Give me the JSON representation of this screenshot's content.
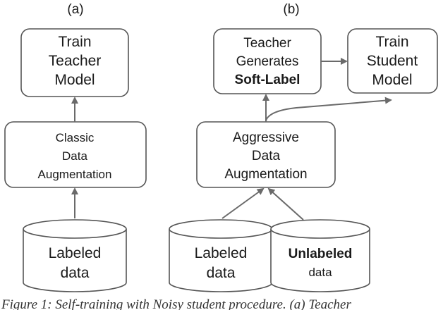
{
  "panels": {
    "a": {
      "label": "(a)"
    },
    "b": {
      "label": "(b)"
    }
  },
  "nodes": {
    "train_teacher": {
      "lines": [
        "Train",
        "Teacher",
        "Model"
      ]
    },
    "classic_aug": {
      "lines": [
        "Classic",
        "Data",
        "Augmentation"
      ]
    },
    "labeled_a": {
      "lines": [
        "Labeled",
        "data"
      ]
    },
    "teacher_soft": {
      "lines": [
        "Teacher",
        "Generates",
        "Soft-Label"
      ]
    },
    "train_student": {
      "lines": [
        "Train",
        "Student",
        "Model"
      ]
    },
    "aggressive_aug": {
      "lines": [
        "Aggressive",
        "Data",
        "Augmentation"
      ]
    },
    "labeled_b": {
      "lines": [
        "Labeled",
        "data"
      ]
    },
    "unlabeled_b": {
      "lines": [
        "Unlabeled",
        "data"
      ]
    }
  },
  "caption": "Figure 1: Self-training with Noisy student procedure. (a) Teacher"
}
